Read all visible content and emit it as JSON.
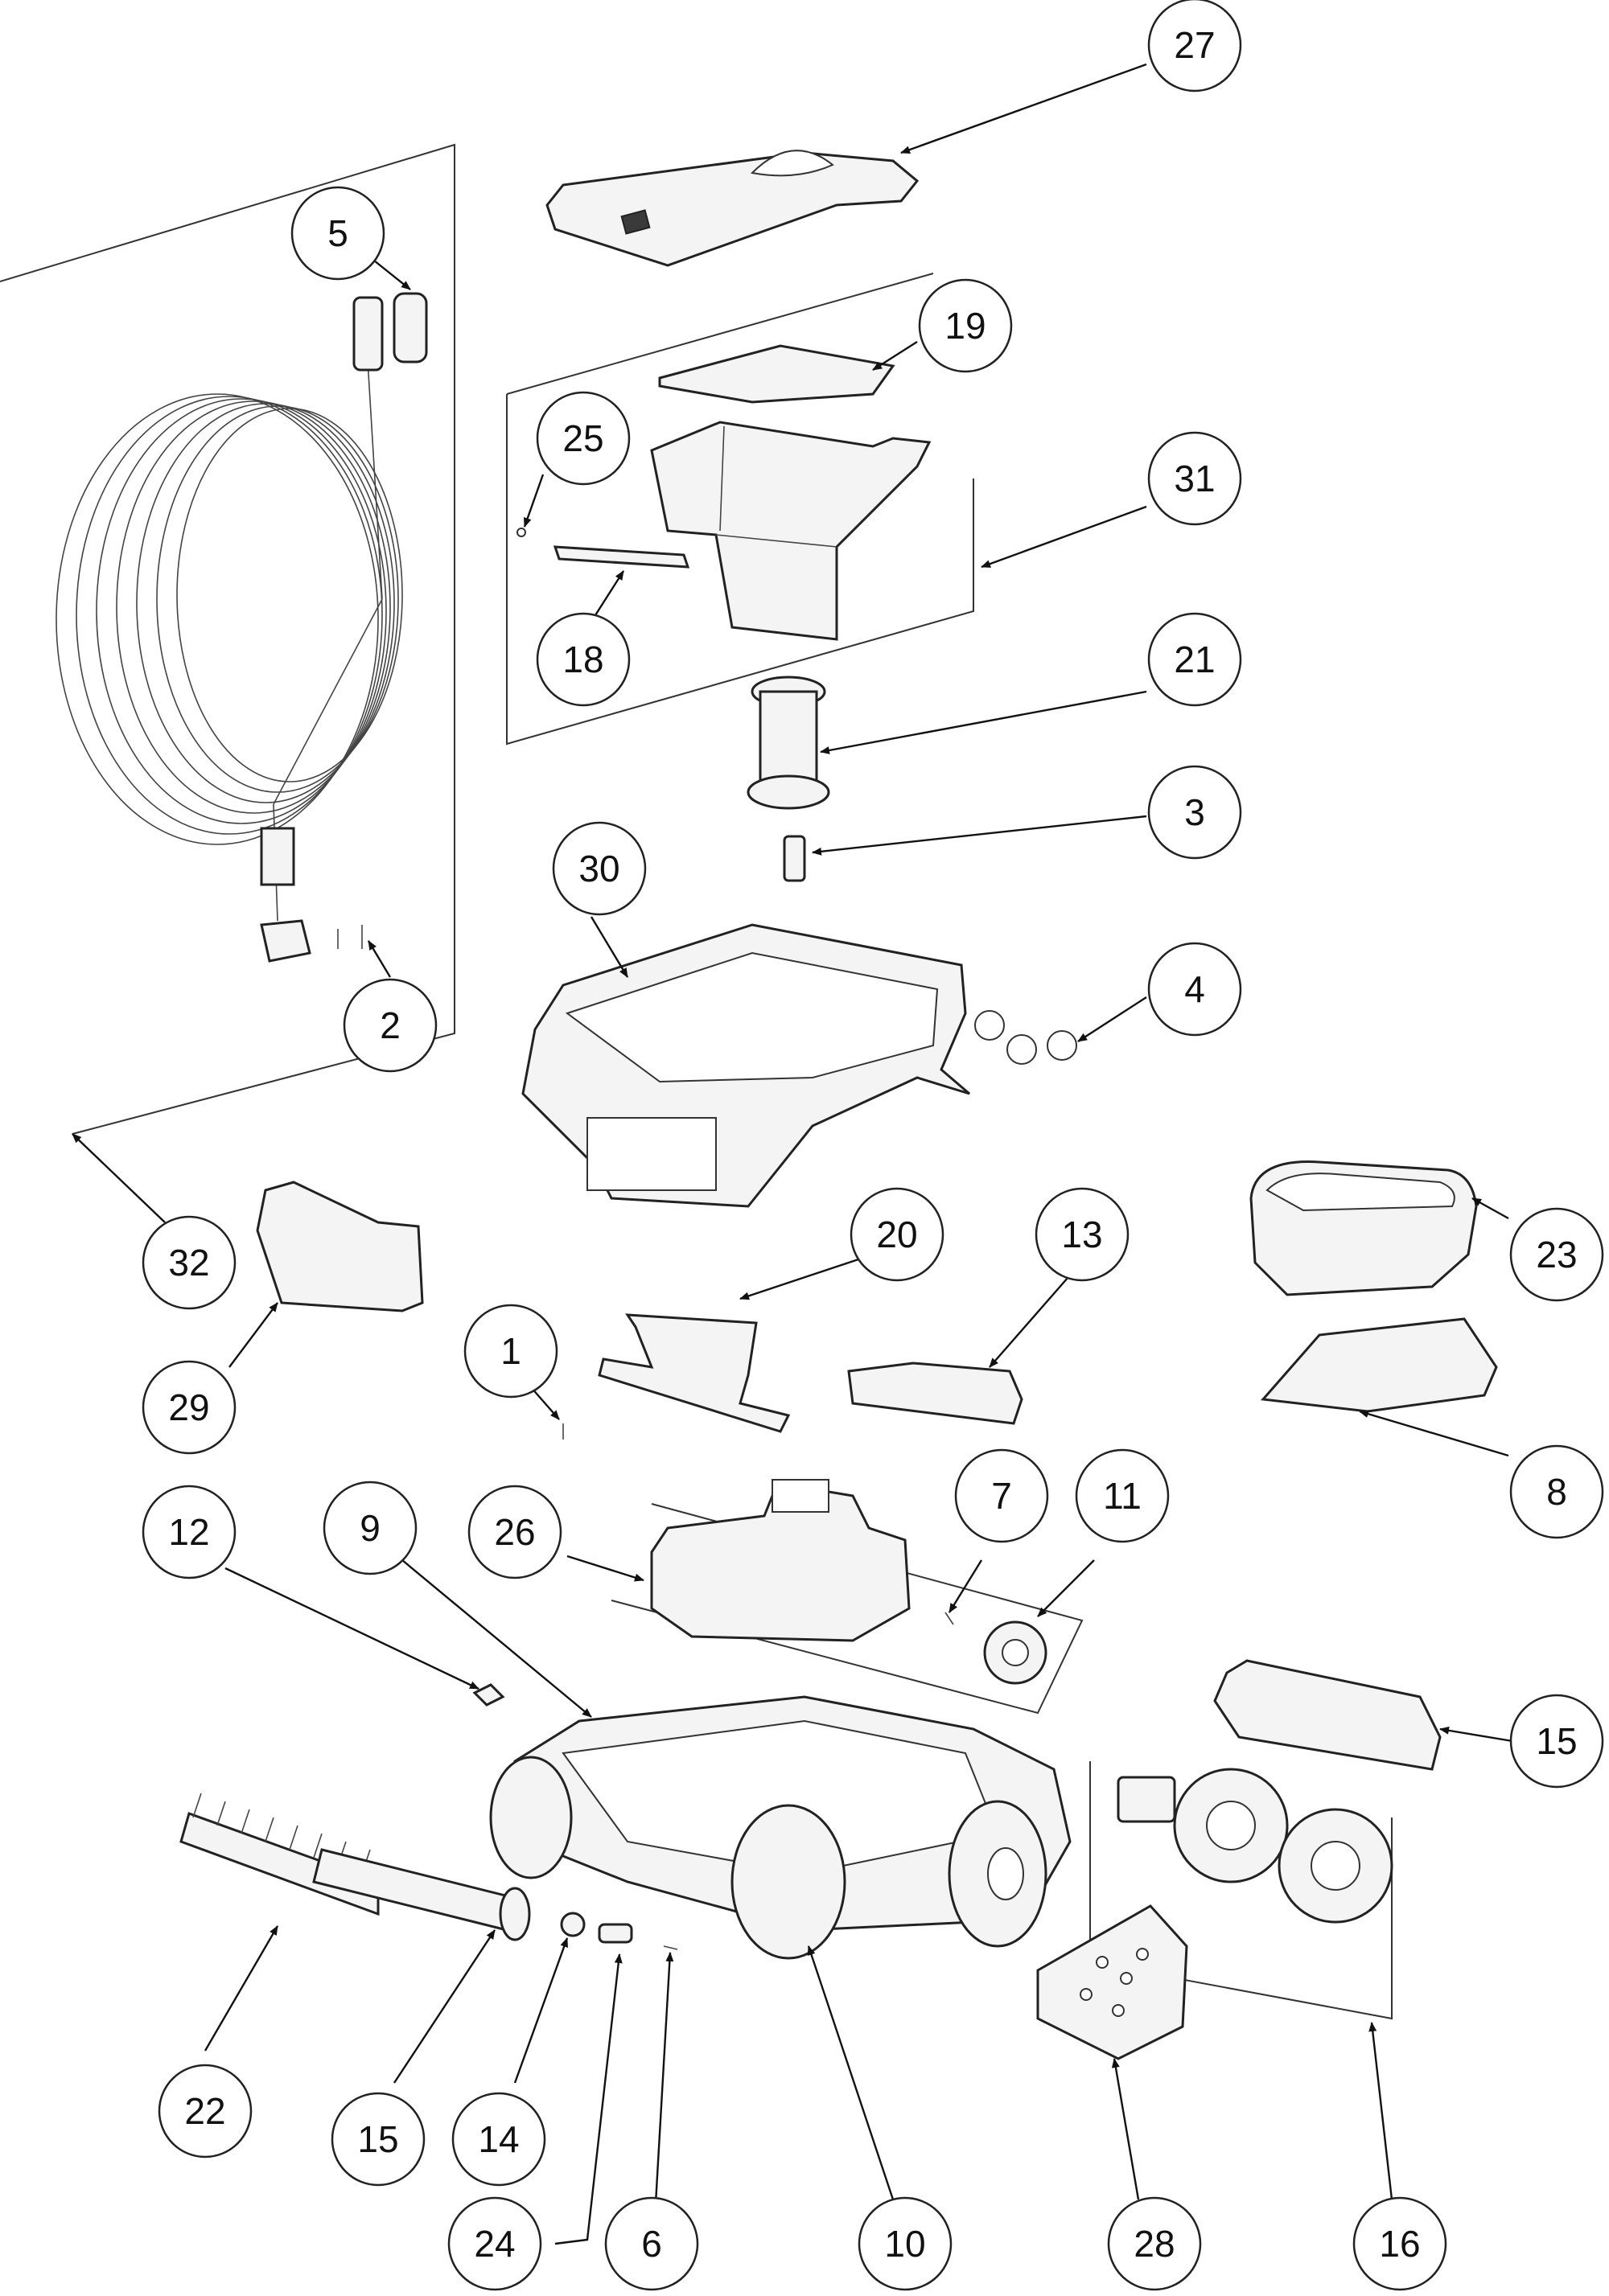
{
  "diagram": {
    "colors": {
      "line": "#222222",
      "background": "#ffffff",
      "fill": "#f4f4f4"
    },
    "callouts": [
      {
        "id": "c27",
        "label": "27"
      },
      {
        "id": "c5",
        "label": "5"
      },
      {
        "id": "c19",
        "label": "19"
      },
      {
        "id": "c25",
        "label": "25"
      },
      {
        "id": "c31",
        "label": "31"
      },
      {
        "id": "c18",
        "label": "18"
      },
      {
        "id": "c21",
        "label": "21"
      },
      {
        "id": "c3",
        "label": "3"
      },
      {
        "id": "c30",
        "label": "30"
      },
      {
        "id": "c4",
        "label": "4"
      },
      {
        "id": "c2",
        "label": "2"
      },
      {
        "id": "c32",
        "label": "32"
      },
      {
        "id": "c23",
        "label": "23"
      },
      {
        "id": "c20",
        "label": "20"
      },
      {
        "id": "c13",
        "label": "13"
      },
      {
        "id": "c29",
        "label": "29"
      },
      {
        "id": "c1",
        "label": "1"
      },
      {
        "id": "c8",
        "label": "8"
      },
      {
        "id": "c12",
        "label": "12"
      },
      {
        "id": "c9",
        "label": "9"
      },
      {
        "id": "c26",
        "label": "26"
      },
      {
        "id": "c7",
        "label": "7"
      },
      {
        "id": "c11",
        "label": "11"
      },
      {
        "id": "c15a",
        "label": "15"
      },
      {
        "id": "c22",
        "label": "22"
      },
      {
        "id": "c15b",
        "label": "15"
      },
      {
        "id": "c14",
        "label": "14"
      },
      {
        "id": "c24",
        "label": "24"
      },
      {
        "id": "c6",
        "label": "6"
      },
      {
        "id": "c10",
        "label": "10"
      },
      {
        "id": "c28",
        "label": "28"
      },
      {
        "id": "c16",
        "label": "16"
      }
    ]
  }
}
